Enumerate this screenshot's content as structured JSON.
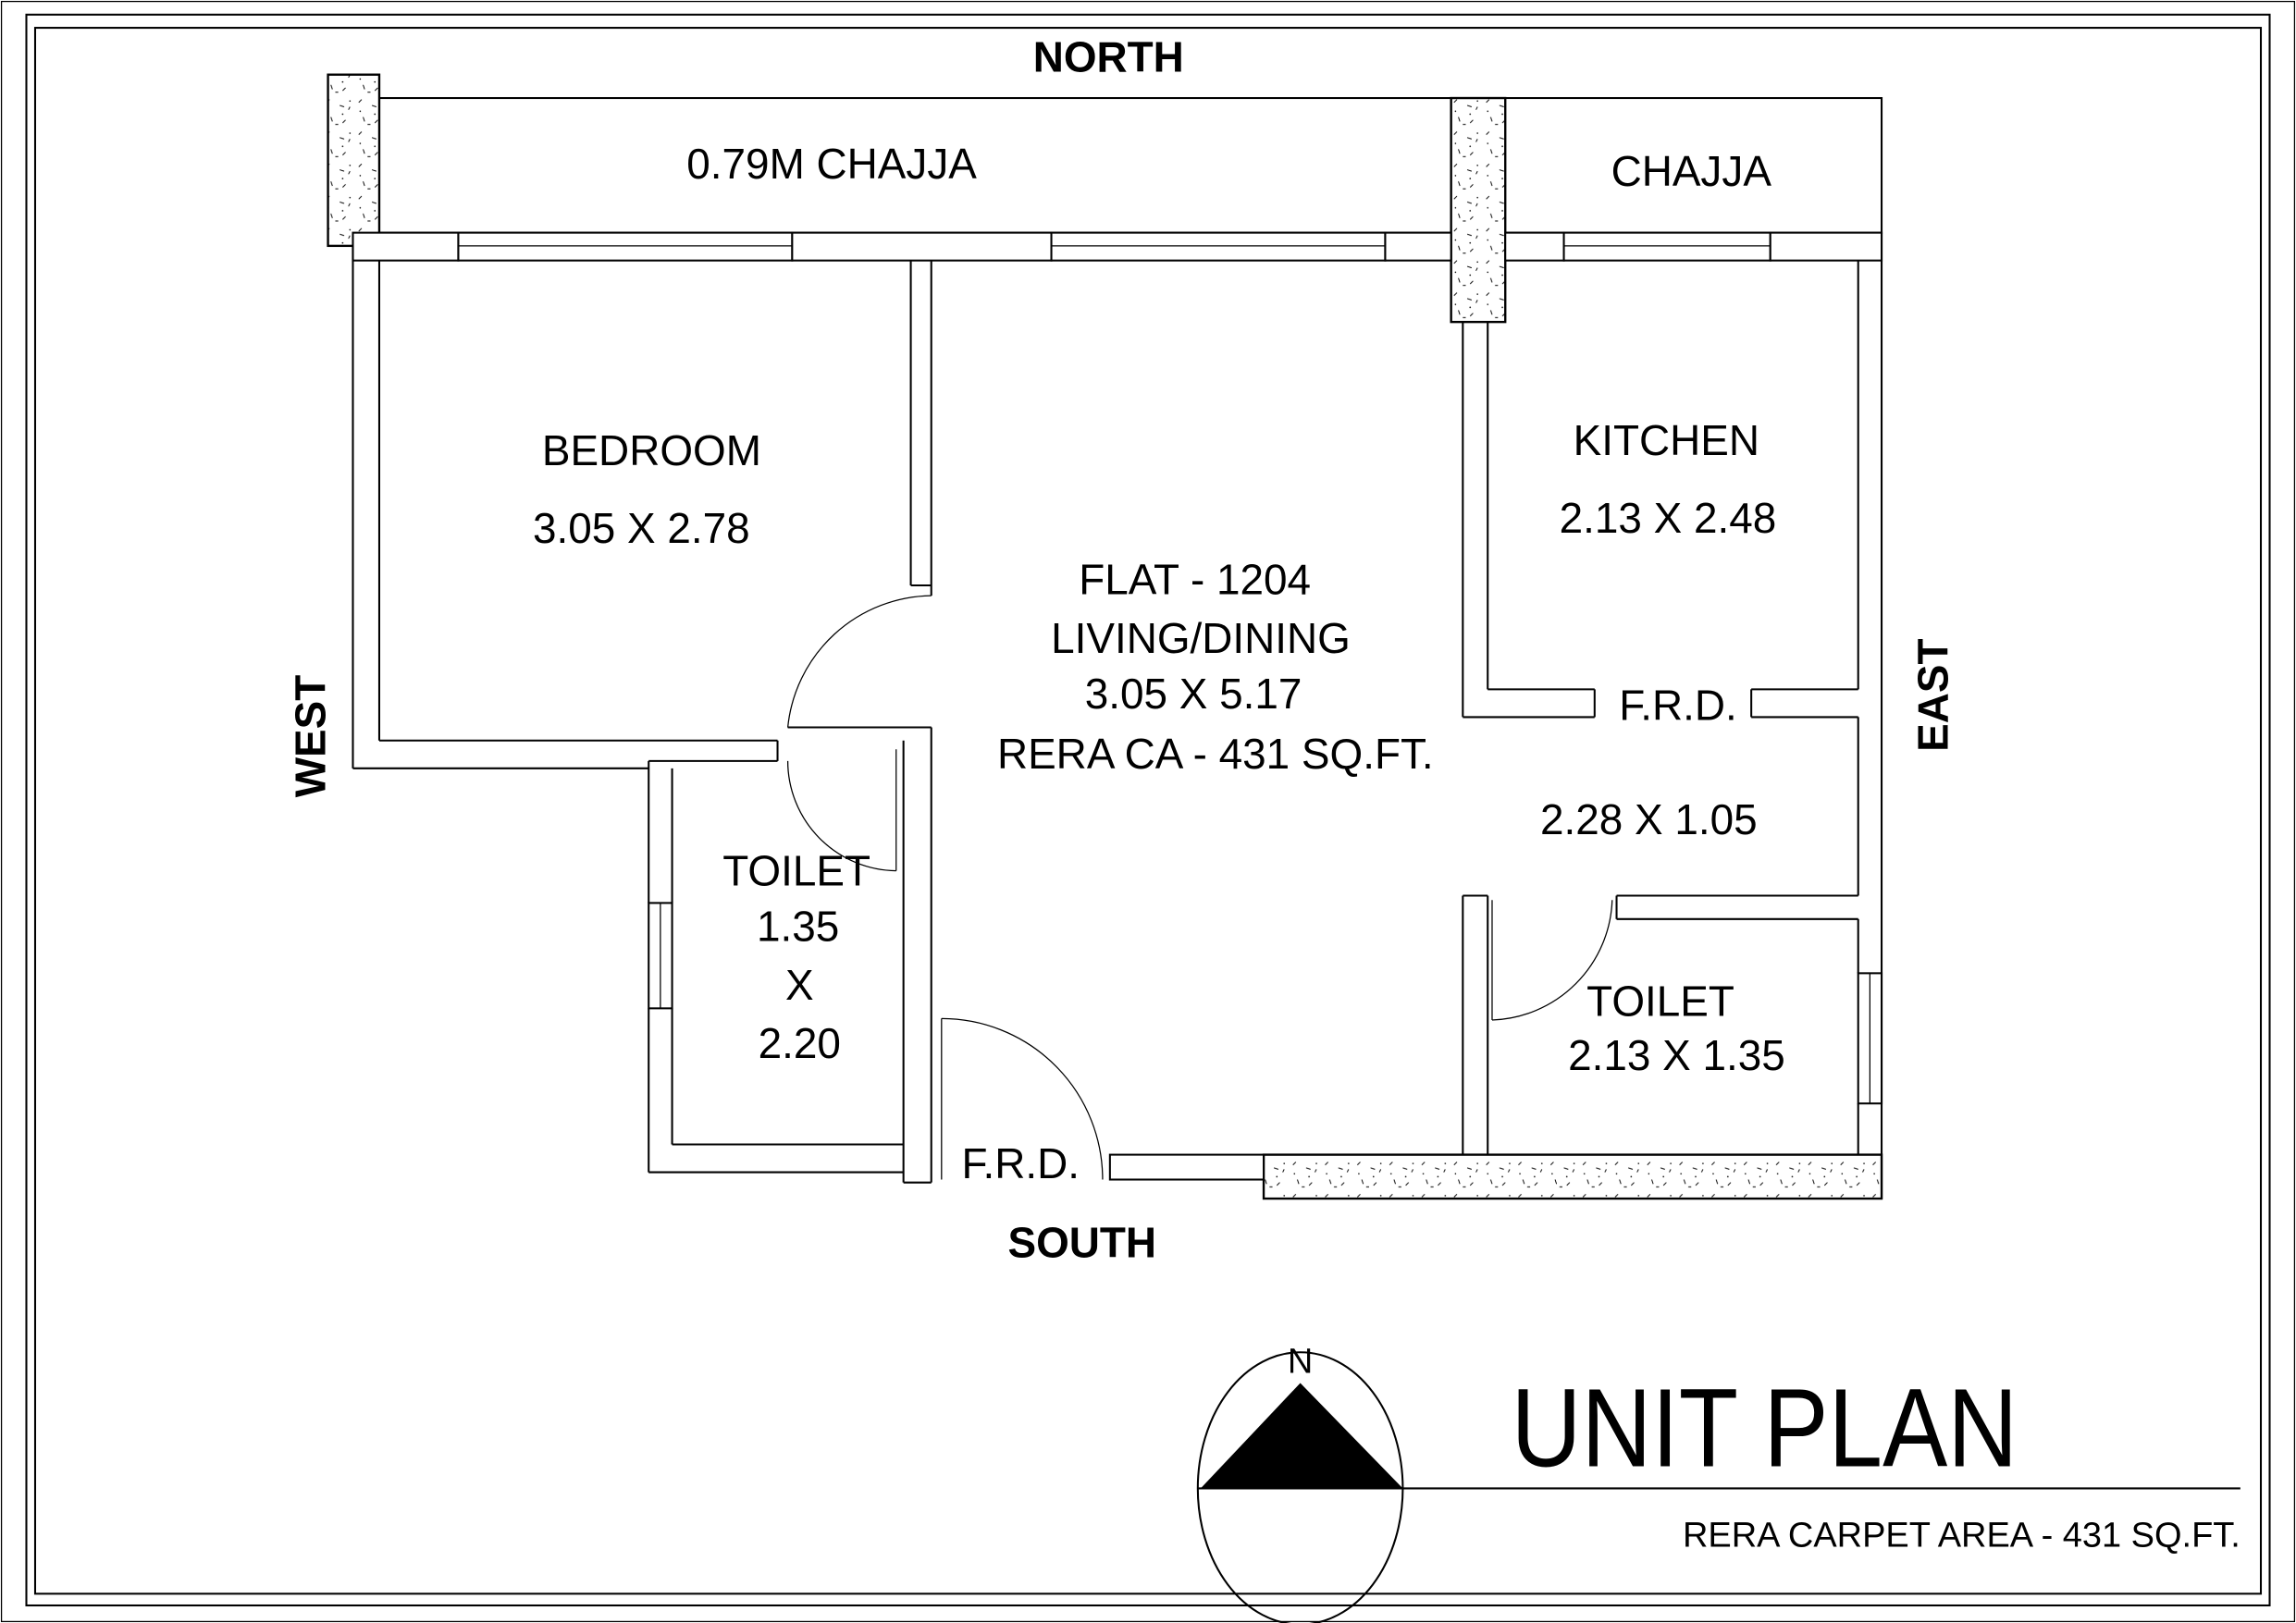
{
  "drawing": {
    "title": "UNIT PLAN",
    "subtitle": "RERA CARPET AREA  - 431 SQ.FT.",
    "north_arrow_label": "N"
  },
  "directions": {
    "north": "NORTH",
    "south": "SOUTH",
    "east": "EAST",
    "west": "WEST"
  },
  "chajja": {
    "west_label": "0.79M CHAJJA",
    "east_label": "CHAJJA"
  },
  "rooms": {
    "bedroom": {
      "name": "BEDROOM",
      "size": "3.05 X 2.78"
    },
    "living": {
      "flat": "FLAT - 1204",
      "name": "LIVING/DINING",
      "size": "3.05 X 5.17",
      "area": "RERA CA - 431 SQ.FT."
    },
    "kitchen": {
      "name": "KITCHEN",
      "size": "2.13 X 2.48"
    },
    "passage": {
      "size": "2.28 X 1.05"
    },
    "toilet_west": {
      "name": "TOILET",
      "size_w": "1.35",
      "x": "X",
      "size_h": "2.20"
    },
    "toilet_east": {
      "name": "TOILET",
      "size": "2.13 X 1.35"
    }
  },
  "doors": {
    "kitchen_frd": "F.R.D.",
    "main_frd": "F.R.D."
  }
}
